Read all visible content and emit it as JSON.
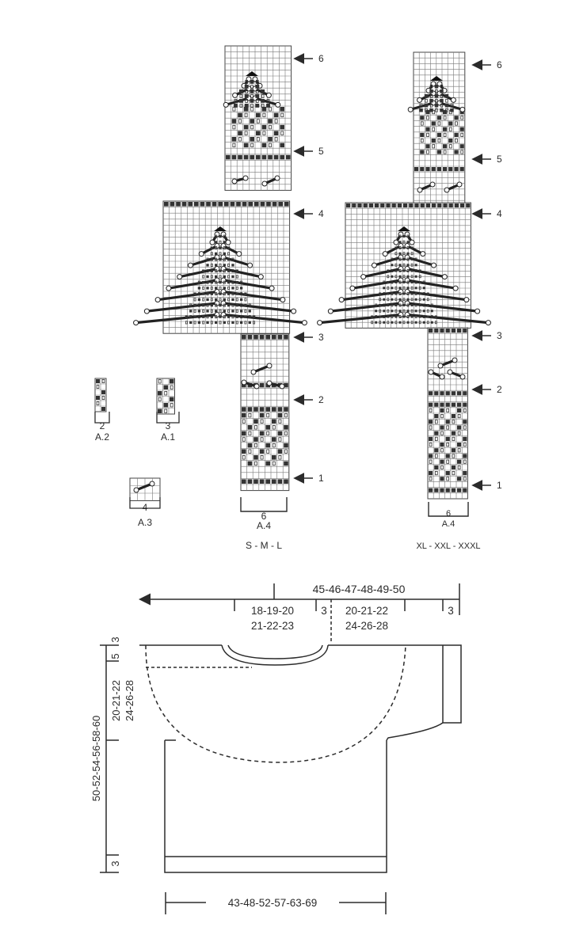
{
  "charts": {
    "a4_small": {
      "size_label": "S - M - L",
      "name": "A.4",
      "width_label": "6",
      "rows": [
        "1",
        "2",
        "3",
        "4",
        "5",
        "6"
      ]
    },
    "a4_large": {
      "size_label": "XL - XXL - XXXL",
      "name": "A.4",
      "width_label": "6",
      "rows": [
        "1",
        "2",
        "3",
        "4",
        "5",
        "6"
      ]
    },
    "a1": {
      "name": "A.1",
      "width_label": "3"
    },
    "a2": {
      "name": "A.2",
      "width_label": "2"
    },
    "a3": {
      "name": "A.3",
      "width_label": "4"
    }
  },
  "schematic": {
    "total_width": "45-46-47-48-49-50",
    "neck_width_1": "18-19-20",
    "neck_width_2": "21-22-23",
    "neck_gap": "3",
    "shoulder_1": "20-21-22",
    "shoulder_2": "24-26-28",
    "sleeve_edge": "3",
    "yoke_top": "3",
    "yoke_row": "5",
    "yoke_depth_1": "20-21-22",
    "yoke_depth_2": "24-26-28",
    "total_length": "50-52-54-56-58-60",
    "rib_height": "3",
    "body_width": "43-48-52-57-63-69"
  },
  "colors": {
    "ink": "#2b2b2b",
    "grid": "#6f6f6f",
    "fill": "#333333"
  }
}
